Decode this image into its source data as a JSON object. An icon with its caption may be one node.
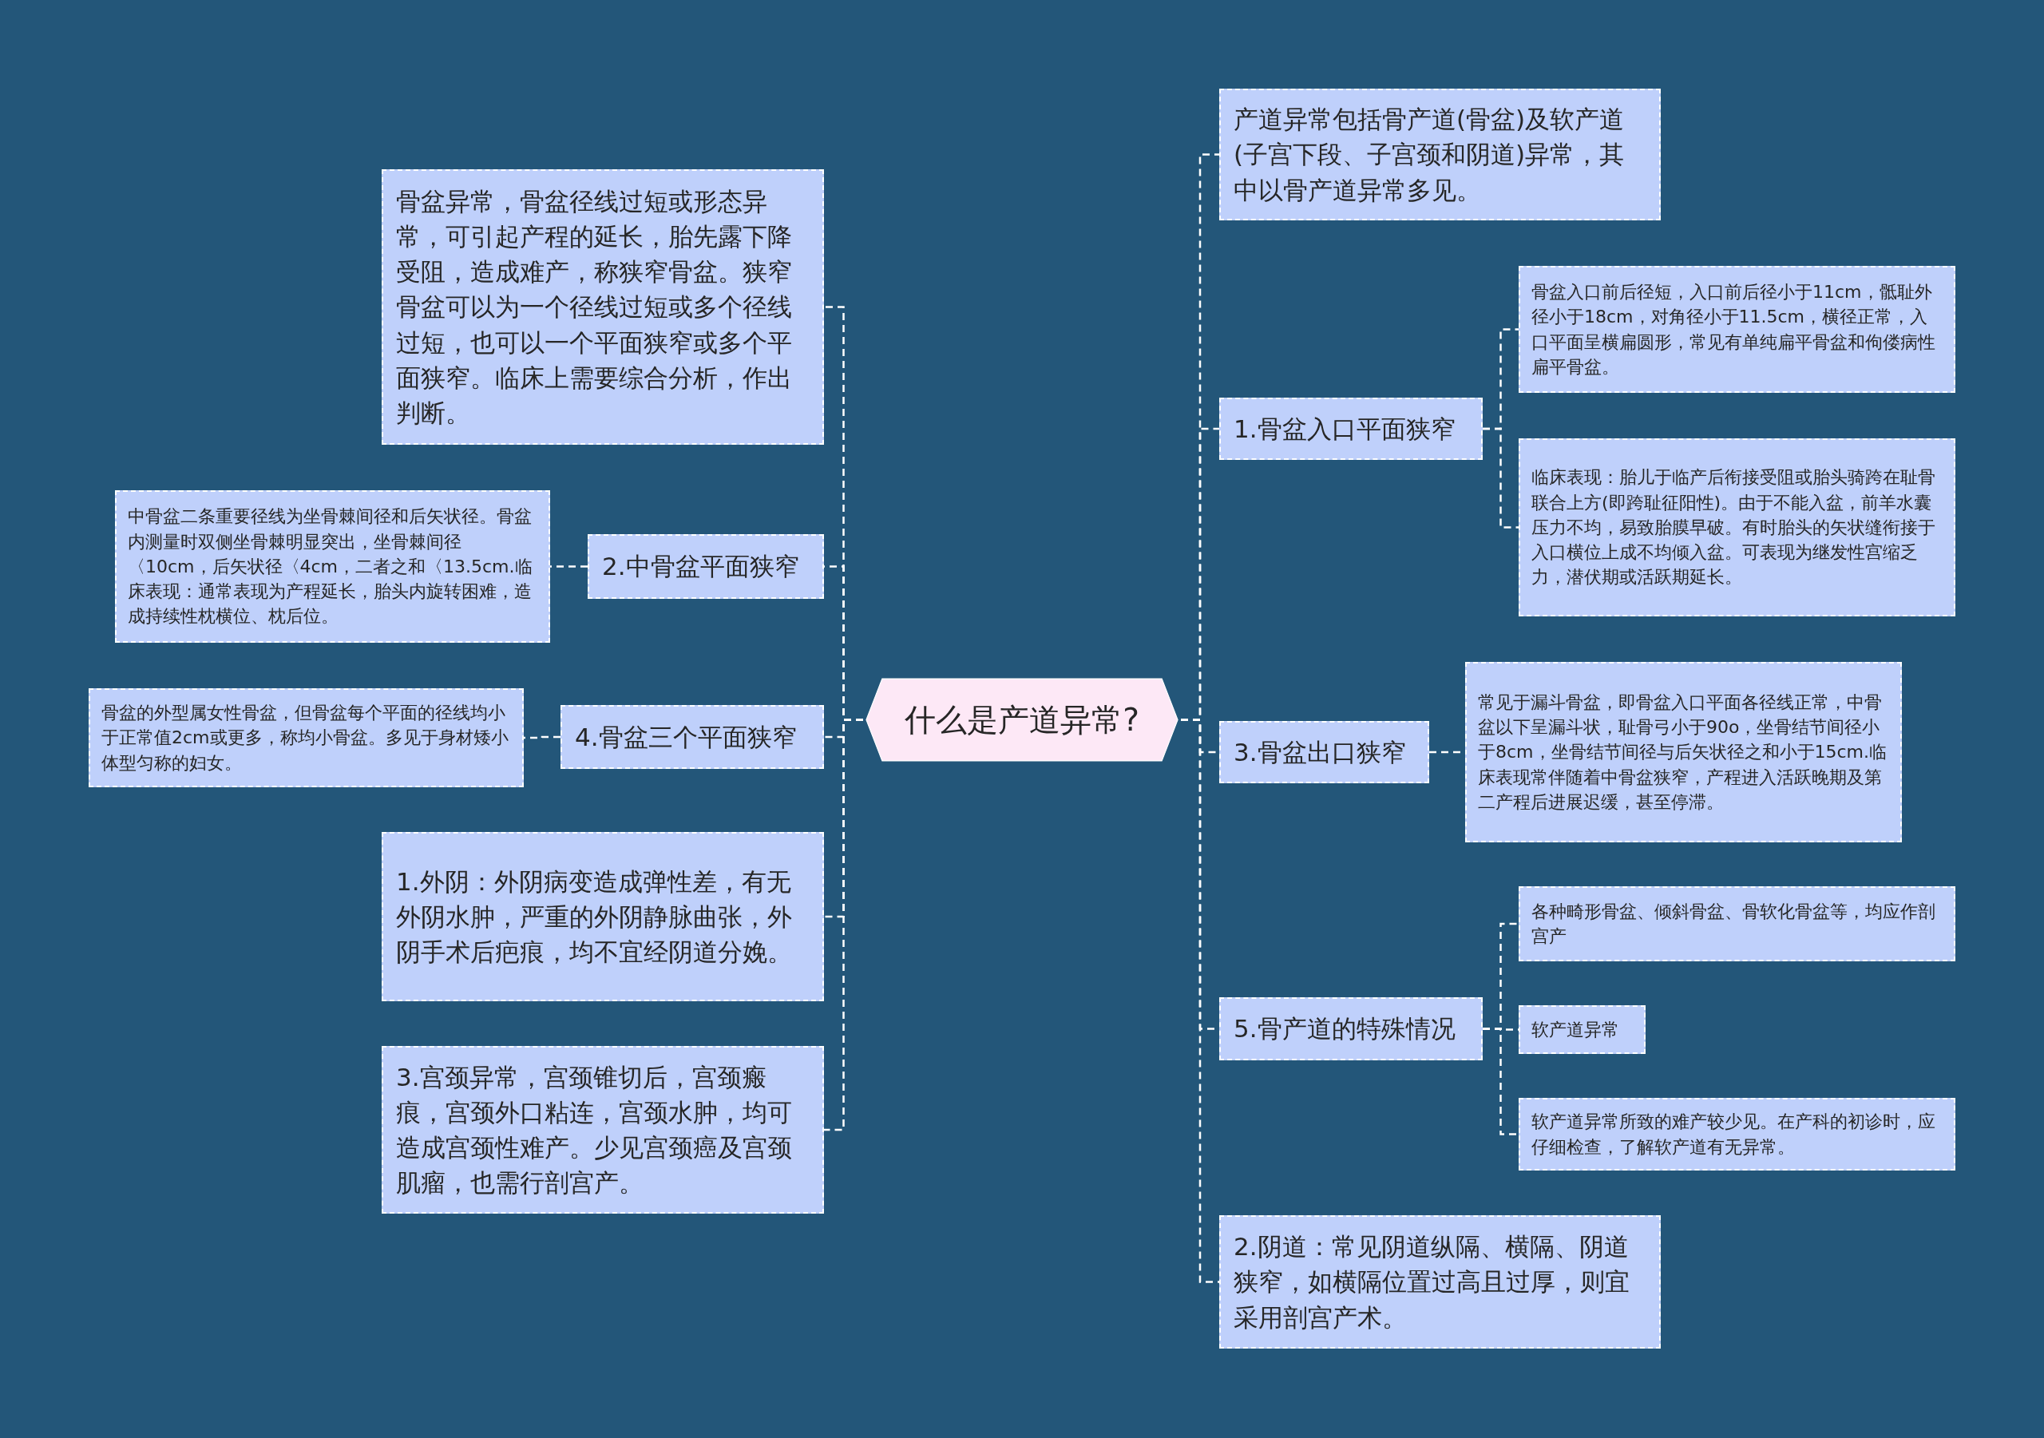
{
  "diagram": {
    "nodes": [
      {
        "text": [
          "什么是产道异常?"
        ]
      },
      {
        "text": [
          "骨盆异常，骨盆径线过短或形态异常，可引起产程的延长，胎先露下降受阻，造成难产，称狭窄骨盆。狭窄骨盆可以为一个径线过短或多个径线过短，也可以一个平面狭窄或多个平面狭窄。临床上需要综合分析，作出判断。"
        ]
      },
      {
        "text": [
          "2.中骨盆平面狭窄"
        ]
      },
      {
        "text": [
          "中骨盆二条重要径线为坐骨棘间径和后矢状径。骨盆内测量时双侧坐骨棘明显突出，坐骨棘间径〈10cm，后矢状径〈4cm，二者之和〈13.5cm.临床表现：通常表现为产程延长，胎头内旋转困难，造成持续性枕横位、枕后位。"
        ]
      },
      {
        "text": [
          "4.骨盆三个平面狭窄"
        ]
      },
      {
        "text": [
          "骨盆的外型属女性骨盆，但骨盆每个平面的径线均小于正常值2cm或更多，称均小骨盆。多见于身材矮小体型匀称的妇女。"
        ]
      },
      {
        "text": [
          "1.外阴：外阴病变造成弹性差，有无外阴水肿，严重的外阴静脉曲张，外阴手术后疤痕，均不宜经阴道分娩。"
        ]
      },
      {
        "text": [
          "3.宫颈异常，宫颈锥切后，宫颈瘢痕，宫颈外口粘连，宫颈水肿，均可造成宫颈性难产。少见宫颈癌及宫颈肌瘤，也需行剖宫产。"
        ]
      },
      {
        "text": [
          "产道异常包括骨产道(骨盆)及软产道(子宫下段、子宫颈和阴道)异常，其中以骨产道异常多见。"
        ]
      },
      {
        "text": [
          "1.骨盆入口平面狭窄"
        ]
      },
      {
        "text": [
          "骨盆入口前后径短，入口前后径小于11cm，骶耻外径小于18cm，对角径小于11.5cm，横径正常，入口平面呈横扁圆形，常见有单纯扁平骨盆和佝偻病性扁平骨盆。"
        ]
      },
      {
        "text": [
          "临床表现：胎儿于临产后衔接受阻或胎头骑跨在耻骨联合上方(即跨耻征阳性)。由于不能入盆，前羊水囊压力不均，易致胎膜早破。有时胎头的矢状缝衔接于入口横位上成不均倾入盆。可表现为继发性宫缩乏力，潜伏期或活跃期延长。"
        ]
      },
      {
        "text": [
          "3.骨盆出口狭窄"
        ]
      },
      {
        "text": [
          "常见于漏斗骨盆，即骨盆入口平面各径线正常，中骨盆以下呈漏斗状，耻骨弓小于90o，坐骨结节间径小于8cm，坐骨结节间径与后矢状径之和小于15cm.临床表现常伴随着中骨盆狭窄，产程进入活跃晚期及第二产程后进展迟缓，甚至停滞。"
        ]
      },
      {
        "text": [
          "5.骨产道的特殊情况"
        ]
      },
      {
        "text": [
          "各种畸形骨盆、倾斜骨盆、骨软化骨盆等，均应作剖宫产"
        ]
      },
      {
        "text": [
          "软产道异常"
        ]
      },
      {
        "text": [
          "软产道异常所致的难产较少见。在产科的初诊时，应仔细检查，了解软产道有无异常。"
        ]
      },
      {
        "text": [
          "2.阴道：常见阴道纵隔、横隔、阴道狭窄，如横隔位置过高且过厚，则宜采用剖宫产术。"
        ]
      }
    ],
    "edges": [
      {
        "from": 0,
        "to": 1,
        "arrow": "none",
        "style": "dashed"
      },
      {
        "from": 0,
        "to": 2,
        "arrow": "none",
        "style": "dashed"
      },
      {
        "from": 2,
        "to": 3,
        "arrow": "none",
        "style": "dashed"
      },
      {
        "from": 0,
        "to": 4,
        "arrow": "none",
        "style": "dashed"
      },
      {
        "from": 4,
        "to": 5,
        "arrow": "none",
        "style": "dashed"
      },
      {
        "from": 0,
        "to": 6,
        "arrow": "none",
        "style": "dashed"
      },
      {
        "from": 0,
        "to": 7,
        "arrow": "none",
        "style": "dashed"
      },
      {
        "from": 0,
        "to": 8,
        "arrow": "none",
        "style": "dashed"
      },
      {
        "from": 0,
        "to": 9,
        "arrow": "none",
        "style": "dashed"
      },
      {
        "from": 9,
        "to": 10,
        "arrow": "none",
        "style": "dashed"
      },
      {
        "from": 9,
        "to": 11,
        "arrow": "none",
        "style": "dashed"
      },
      {
        "from": 0,
        "to": 12,
        "arrow": "none",
        "style": "dashed"
      },
      {
        "from": 12,
        "to": 13,
        "arrow": "none",
        "style": "dashed"
      },
      {
        "from": 0,
        "to": 14,
        "arrow": "none",
        "style": "dashed"
      },
      {
        "from": 14,
        "to": 15,
        "arrow": "none",
        "style": "dashed"
      },
      {
        "from": 14,
        "to": 16,
        "arrow": "none",
        "style": "dashed"
      },
      {
        "from": 14,
        "to": 17,
        "arrow": "none",
        "style": "dashed"
      },
      {
        "from": 0,
        "to": 18,
        "arrow": "none",
        "style": "dashed"
      }
    ]
  }
}
